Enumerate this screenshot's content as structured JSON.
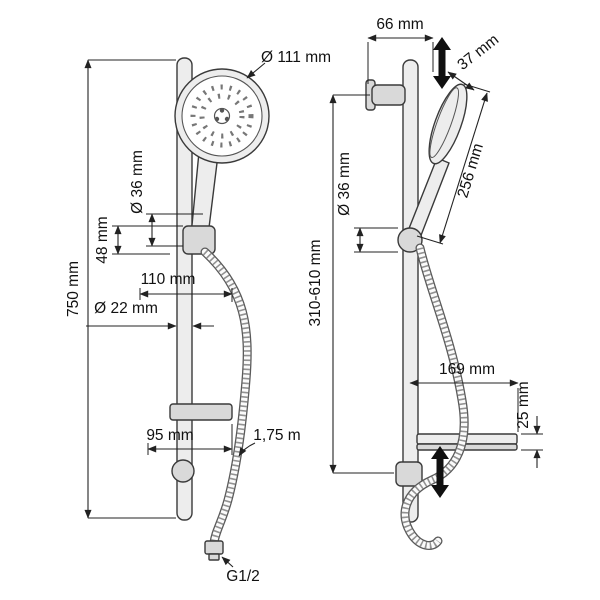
{
  "drawing": {
    "front_view": {
      "head_diameter": "Ø 111 mm",
      "holder_diameter": "Ø 36 mm",
      "holder_height": "48 mm",
      "head_offset": "110 mm",
      "rail_diameter": "Ø 22 mm",
      "rail_height": "750 mm",
      "bracket_length": "95 mm",
      "hose_length": "1,75 m",
      "thread": "G1/2"
    },
    "side_view": {
      "wall_offset": "66 mm",
      "head_thickness": "37 mm",
      "handset_length": "256 mm",
      "holder_diameter": "Ø 36 mm",
      "adjust_range": "310-610 mm",
      "shelf_length": "169 mm",
      "shelf_height": "25 mm"
    }
  }
}
